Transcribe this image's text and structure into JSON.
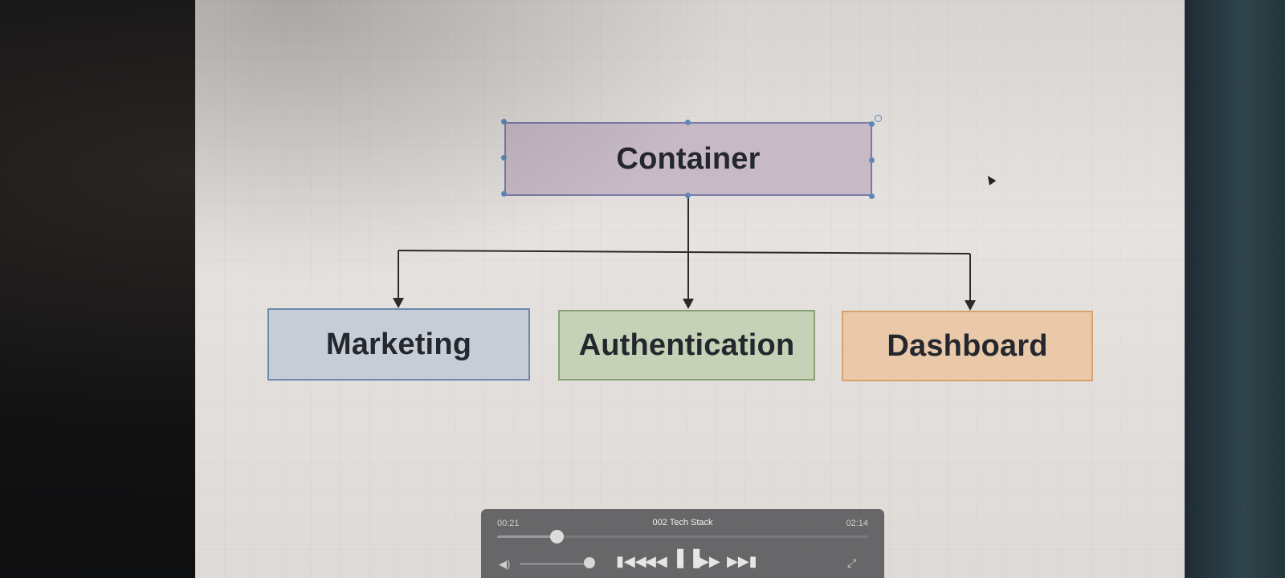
{
  "diagram": {
    "root": {
      "label": "Container"
    },
    "children": [
      {
        "label": "Marketing"
      },
      {
        "label": "Authentication"
      },
      {
        "label": "Dashboard"
      }
    ],
    "colors": {
      "root_fill": "#c7bac6",
      "root_border": "#7a7aa8",
      "marketing_fill": "#c6cdd6",
      "marketing_border": "#6d87a8",
      "authentication_fill": "#c6d2b7",
      "authentication_border": "#86a272",
      "dashboard_fill": "#e9c9a9",
      "dashboard_border": "#d9a26b",
      "connector": "#2b2b2b",
      "selection_handle": "#5e88b8"
    },
    "selected": "Container"
  },
  "player": {
    "elapsed": "00:21",
    "title": "002 Tech Stack",
    "total": "02:14",
    "progress_fraction": 0.16,
    "volume_fraction": 0.95,
    "icons": {
      "volume": "speaker-icon",
      "skip_back": "skip-back-icon",
      "rewind": "rewind-icon",
      "pause": "pause-icon",
      "fast_forward": "fast-forward-icon",
      "skip_forward": "skip-forward-icon",
      "shrink": "shrink-icon"
    }
  }
}
